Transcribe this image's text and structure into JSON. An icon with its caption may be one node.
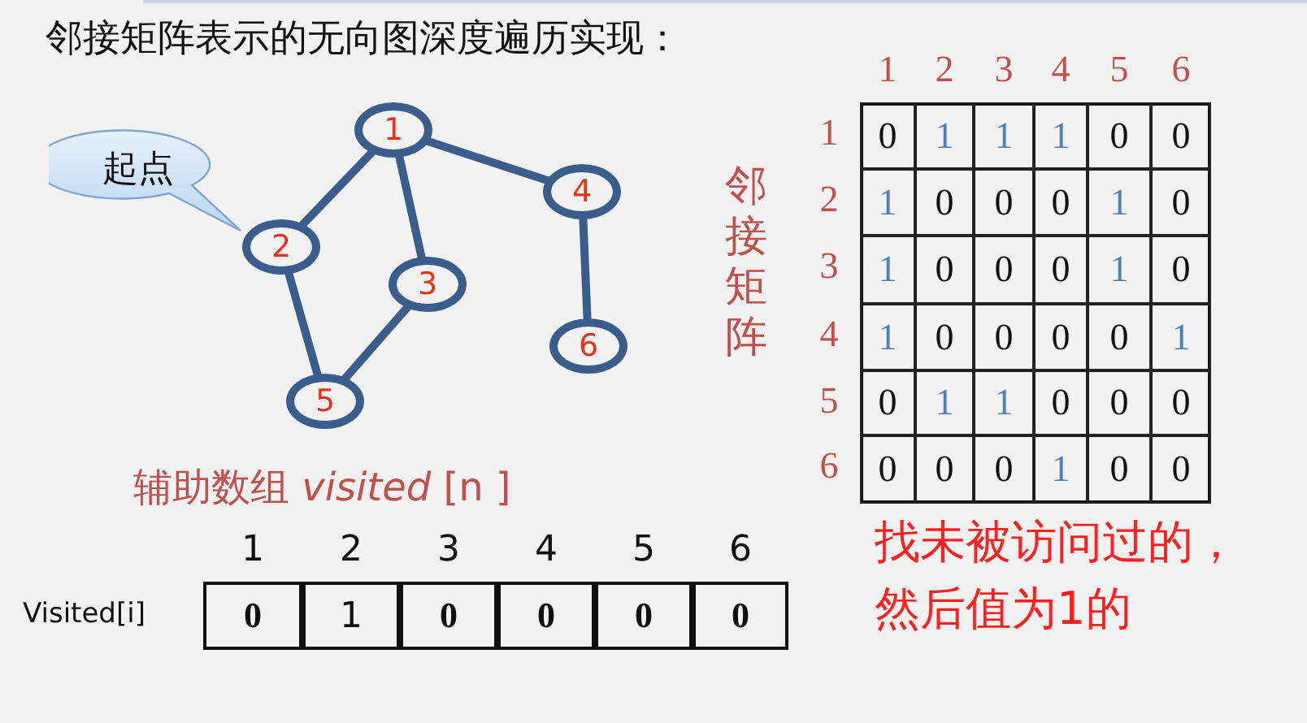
{
  "diagram": {
    "title": "邻接矩阵表示的无向图深度遍历实现：",
    "nodes": [
      {
        "text": [
          "1"
        ]
      },
      {
        "text": [
          "2"
        ]
      },
      {
        "text": [
          "3"
        ]
      },
      {
        "text": [
          "4"
        ]
      },
      {
        "text": [
          "5"
        ]
      },
      {
        "text": [
          "6"
        ]
      },
      {
        "text": [
          "起点"
        ]
      }
    ],
    "edges": [
      {
        "from": 0,
        "to": 1,
        "arrow": "none"
      },
      {
        "from": 0,
        "to": 2,
        "arrow": "none"
      },
      {
        "from": 0,
        "to": 3,
        "arrow": "none"
      },
      {
        "from": 1,
        "to": 4,
        "arrow": "none"
      },
      {
        "from": 2,
        "to": 4,
        "arrow": "none"
      },
      {
        "from": 3,
        "to": 5,
        "arrow": "none"
      }
    ],
    "labels": [
      "1",
      "2",
      "3",
      "4",
      "5",
      "6",
      "1",
      "0",
      "1",
      "1",
      "1",
      "0",
      "0",
      "2",
      "1",
      "0",
      "0",
      "0",
      "1",
      "0",
      "3",
      "1",
      "0",
      "0",
      "0",
      "1",
      "0",
      "4",
      "1",
      "0",
      "0",
      "0",
      "0",
      "1",
      "5",
      "0",
      "1",
      "1",
      "0",
      "0",
      "0",
      "6",
      "0",
      "0",
      "0",
      "1",
      "0",
      "0",
      "邻接矩阵",
      "辅助数组 *visited* [n ]",
      "1",
      "2",
      "3",
      "4",
      "5",
      "6",
      "Visited[i]",
      "0",
      "1",
      "0",
      "0",
      "0",
      "0",
      "找未被访问过的，然后值为1的"
    ]
  }
}
